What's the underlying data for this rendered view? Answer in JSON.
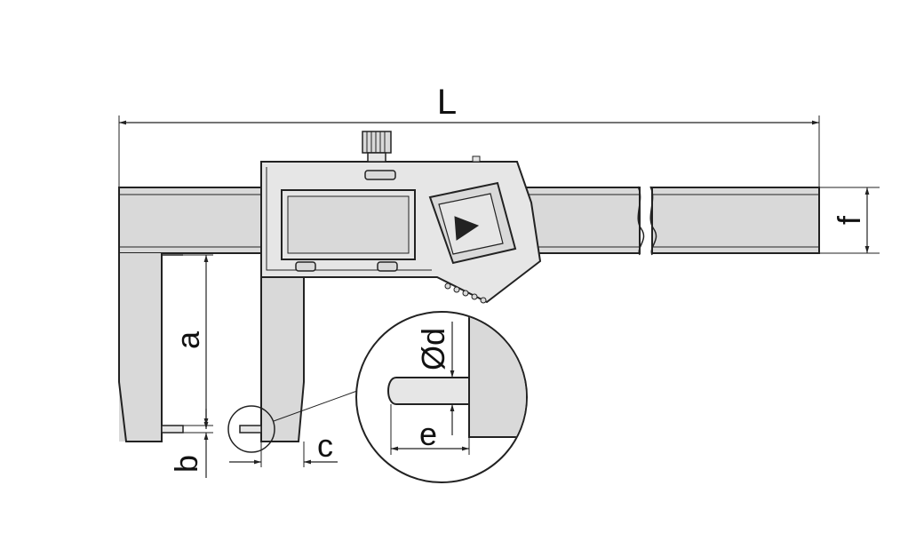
{
  "diagram": {
    "labels": {
      "L": "L",
      "f": "f",
      "a": "a",
      "b": "b",
      "c": "c",
      "d": "Ød",
      "e": "e"
    },
    "colors": {
      "body_fill": "#d9d9d9",
      "head_fill": "#e6e6e6",
      "stroke": "#222222",
      "background": "#ffffff"
    },
    "icons": {
      "display_button": "play-triangle-icon"
    }
  }
}
